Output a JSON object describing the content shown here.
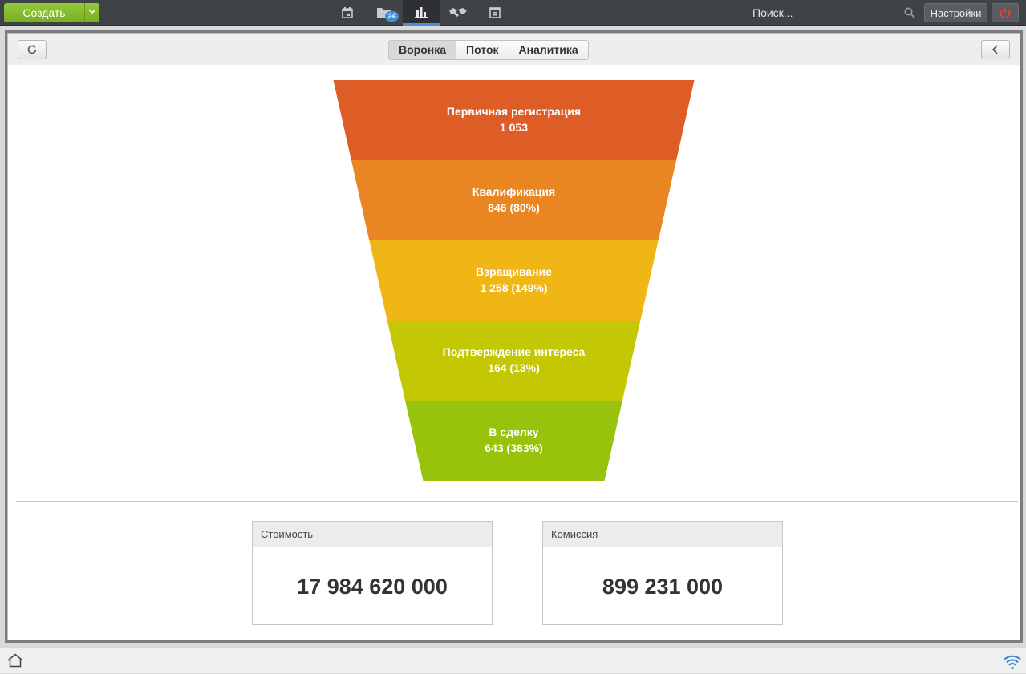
{
  "topbar": {
    "create_label": "Создать",
    "create_arrow": "⌄",
    "nav_icons": [
      "calendar-icon",
      "folder-icon",
      "chart-icon",
      "handshake-icon",
      "document-icon"
    ],
    "folder_badge": "24",
    "search_placeholder": "Поиск...",
    "settings_label": "Настройки"
  },
  "toolbar": {
    "tabs": [
      "Воронка",
      "Поток",
      "Аналитика"
    ],
    "active_tab": "Воронка"
  },
  "funnel": {
    "stages": [
      {
        "name": "Первичная регистрация",
        "value": "1 053",
        "color": "#de5d27"
      },
      {
        "name": "Квалификация",
        "value": "846 (80%)",
        "color": "#ea8622"
      },
      {
        "name": "Взращивание",
        "value": "1 258 (149%)",
        "color": "#f0b616"
      },
      {
        "name": "Подтверждение интереса",
        "value": "164 (13%)",
        "color": "#c4c804"
      },
      {
        "name": "В сделку",
        "value": "643 (383%)",
        "color": "#97c30d"
      }
    ]
  },
  "cards": {
    "cost": {
      "label": "Стоимость",
      "value": "17 984 620 000"
    },
    "commission": {
      "label": "Комиссия",
      "value": "899 231 000"
    }
  }
}
